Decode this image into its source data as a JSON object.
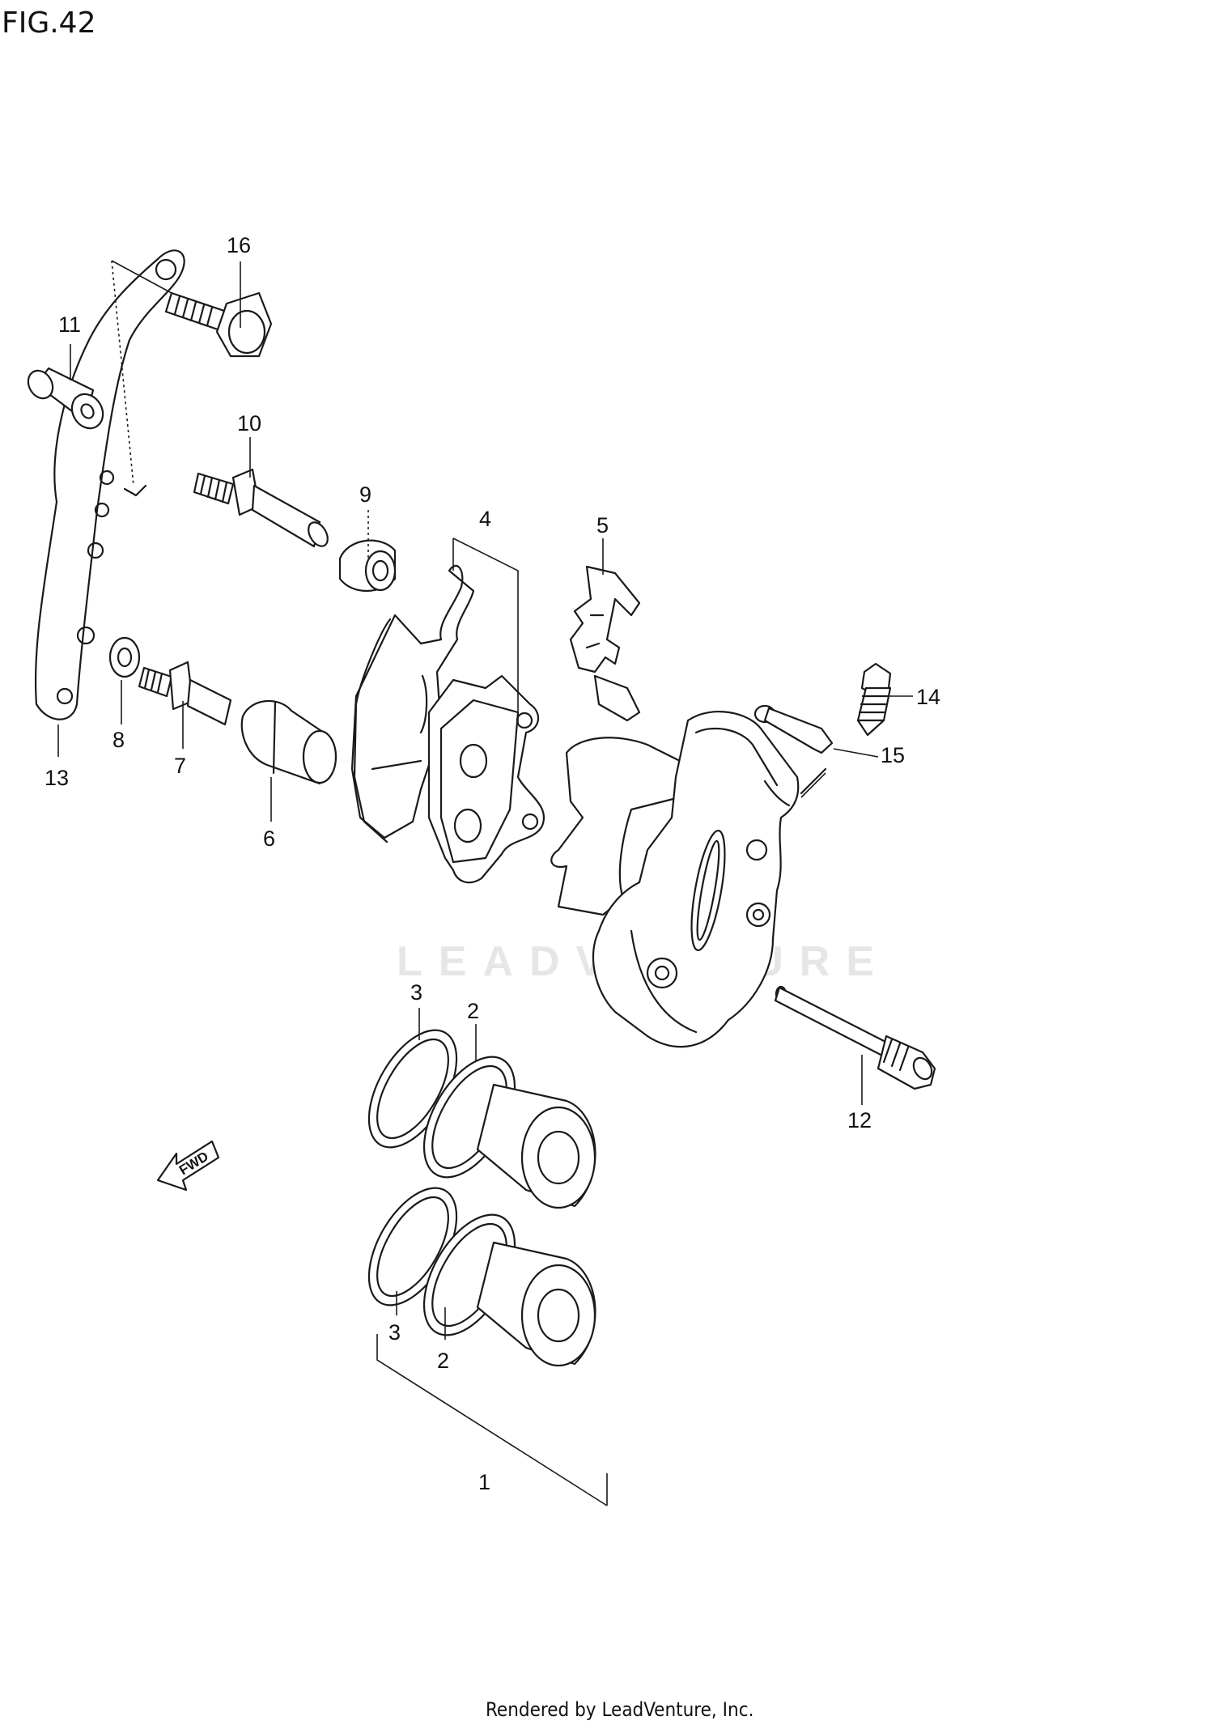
{
  "figure_label": "FIG.42",
  "watermark": "LEADVENTURE",
  "footer": "Rendered by LeadVenture, Inc.",
  "fwd_label": "FWD",
  "callouts": {
    "c1": "1",
    "c2a": "2",
    "c2b": "2",
    "c3a": "3",
    "c3b": "3",
    "c4": "4",
    "c5": "5",
    "c6": "6",
    "c7": "7",
    "c8": "8",
    "c9": "9",
    "c10": "10",
    "c11": "11",
    "c12": "12",
    "c13": "13",
    "c14": "14",
    "c15": "15",
    "c16": "16"
  }
}
